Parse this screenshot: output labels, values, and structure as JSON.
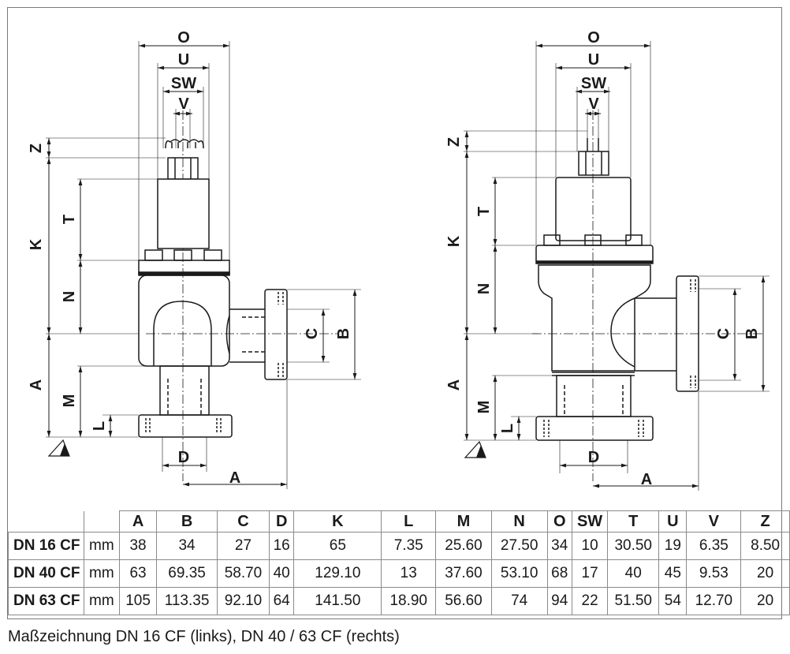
{
  "labels": {
    "O": "O",
    "U": "U",
    "SW": "SW",
    "V": "V",
    "Z": "Z",
    "K": "K",
    "T": "T",
    "N": "N",
    "A": "A",
    "M": "M",
    "L": "L",
    "D": "D",
    "C": "C",
    "B": "B"
  },
  "table": {
    "headers": [
      "A",
      "B",
      "C",
      "D",
      "K",
      "L",
      "M",
      "N",
      "O",
      "SW",
      "T",
      "U",
      "V",
      "Z"
    ],
    "rows": [
      {
        "name": "DN 16 CF",
        "unit": "mm",
        "values": [
          "38",
          "34",
          "27",
          "16",
          "65",
          "7.35",
          "25.60",
          "27.50",
          "34",
          "10",
          "30.50",
          "19",
          "6.35",
          "8.50"
        ]
      },
      {
        "name": "DN 40 CF",
        "unit": "mm",
        "values": [
          "63",
          "69.35",
          "58.70",
          "40",
          "129.10",
          "13",
          "37.60",
          "53.10",
          "68",
          "17",
          "40",
          "45",
          "9.53",
          "20"
        ]
      },
      {
        "name": "DN 63 CF",
        "unit": "mm",
        "values": [
          "105",
          "113.35",
          "92.10",
          "64",
          "141.50",
          "18.90",
          "56.60",
          "74",
          "94",
          "22",
          "51.50",
          "54",
          "12.70",
          "20"
        ]
      }
    ]
  },
  "caption": "Maßzeichnung DN 16 CF (links), DN 40 / 63 CF (rechts)",
  "colors": {
    "line": "#1a1a1a",
    "body": "#ffffff",
    "frame": "#7a7a7a"
  }
}
